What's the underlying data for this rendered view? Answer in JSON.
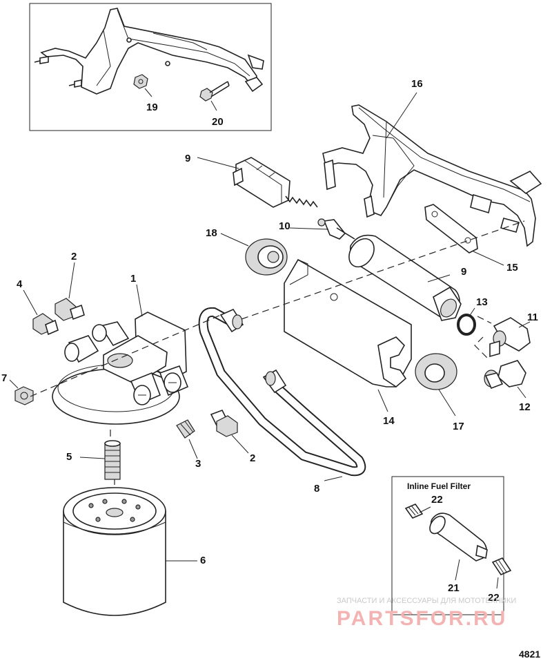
{
  "callouts": [
    "1",
    "2",
    "3",
    "4",
    "5",
    "6",
    "7",
    "8",
    "9",
    "10",
    "11",
    "12",
    "13",
    "14",
    "15",
    "16",
    "17",
    "18",
    "19",
    "20",
    "21",
    "22"
  ],
  "labels": {
    "c1": "1",
    "c2a": "2",
    "c2b": "2",
    "c3": "3",
    "c4": "4",
    "c5": "5",
    "c6": "6",
    "c7": "7",
    "c8": "8",
    "c9a": "9",
    "c9b": "9",
    "c10": "10",
    "c11": "11",
    "c12": "12",
    "c13": "13",
    "c14": "14",
    "c15": "15",
    "c16": "16",
    "c17": "17",
    "c18": "18",
    "c19": "19",
    "c20": "20",
    "c21": "21",
    "c22a": "22",
    "c22b": "22"
  },
  "inset": {
    "title": "Inline Fuel Filter"
  },
  "watermark": {
    "line1": "ЗАПЧАСТИ И АКСЕССУАРЫ ДЛЯ МОТОТЕХНИКИ",
    "line2": "PARTSFOR.RU"
  },
  "figure_code": "4821"
}
